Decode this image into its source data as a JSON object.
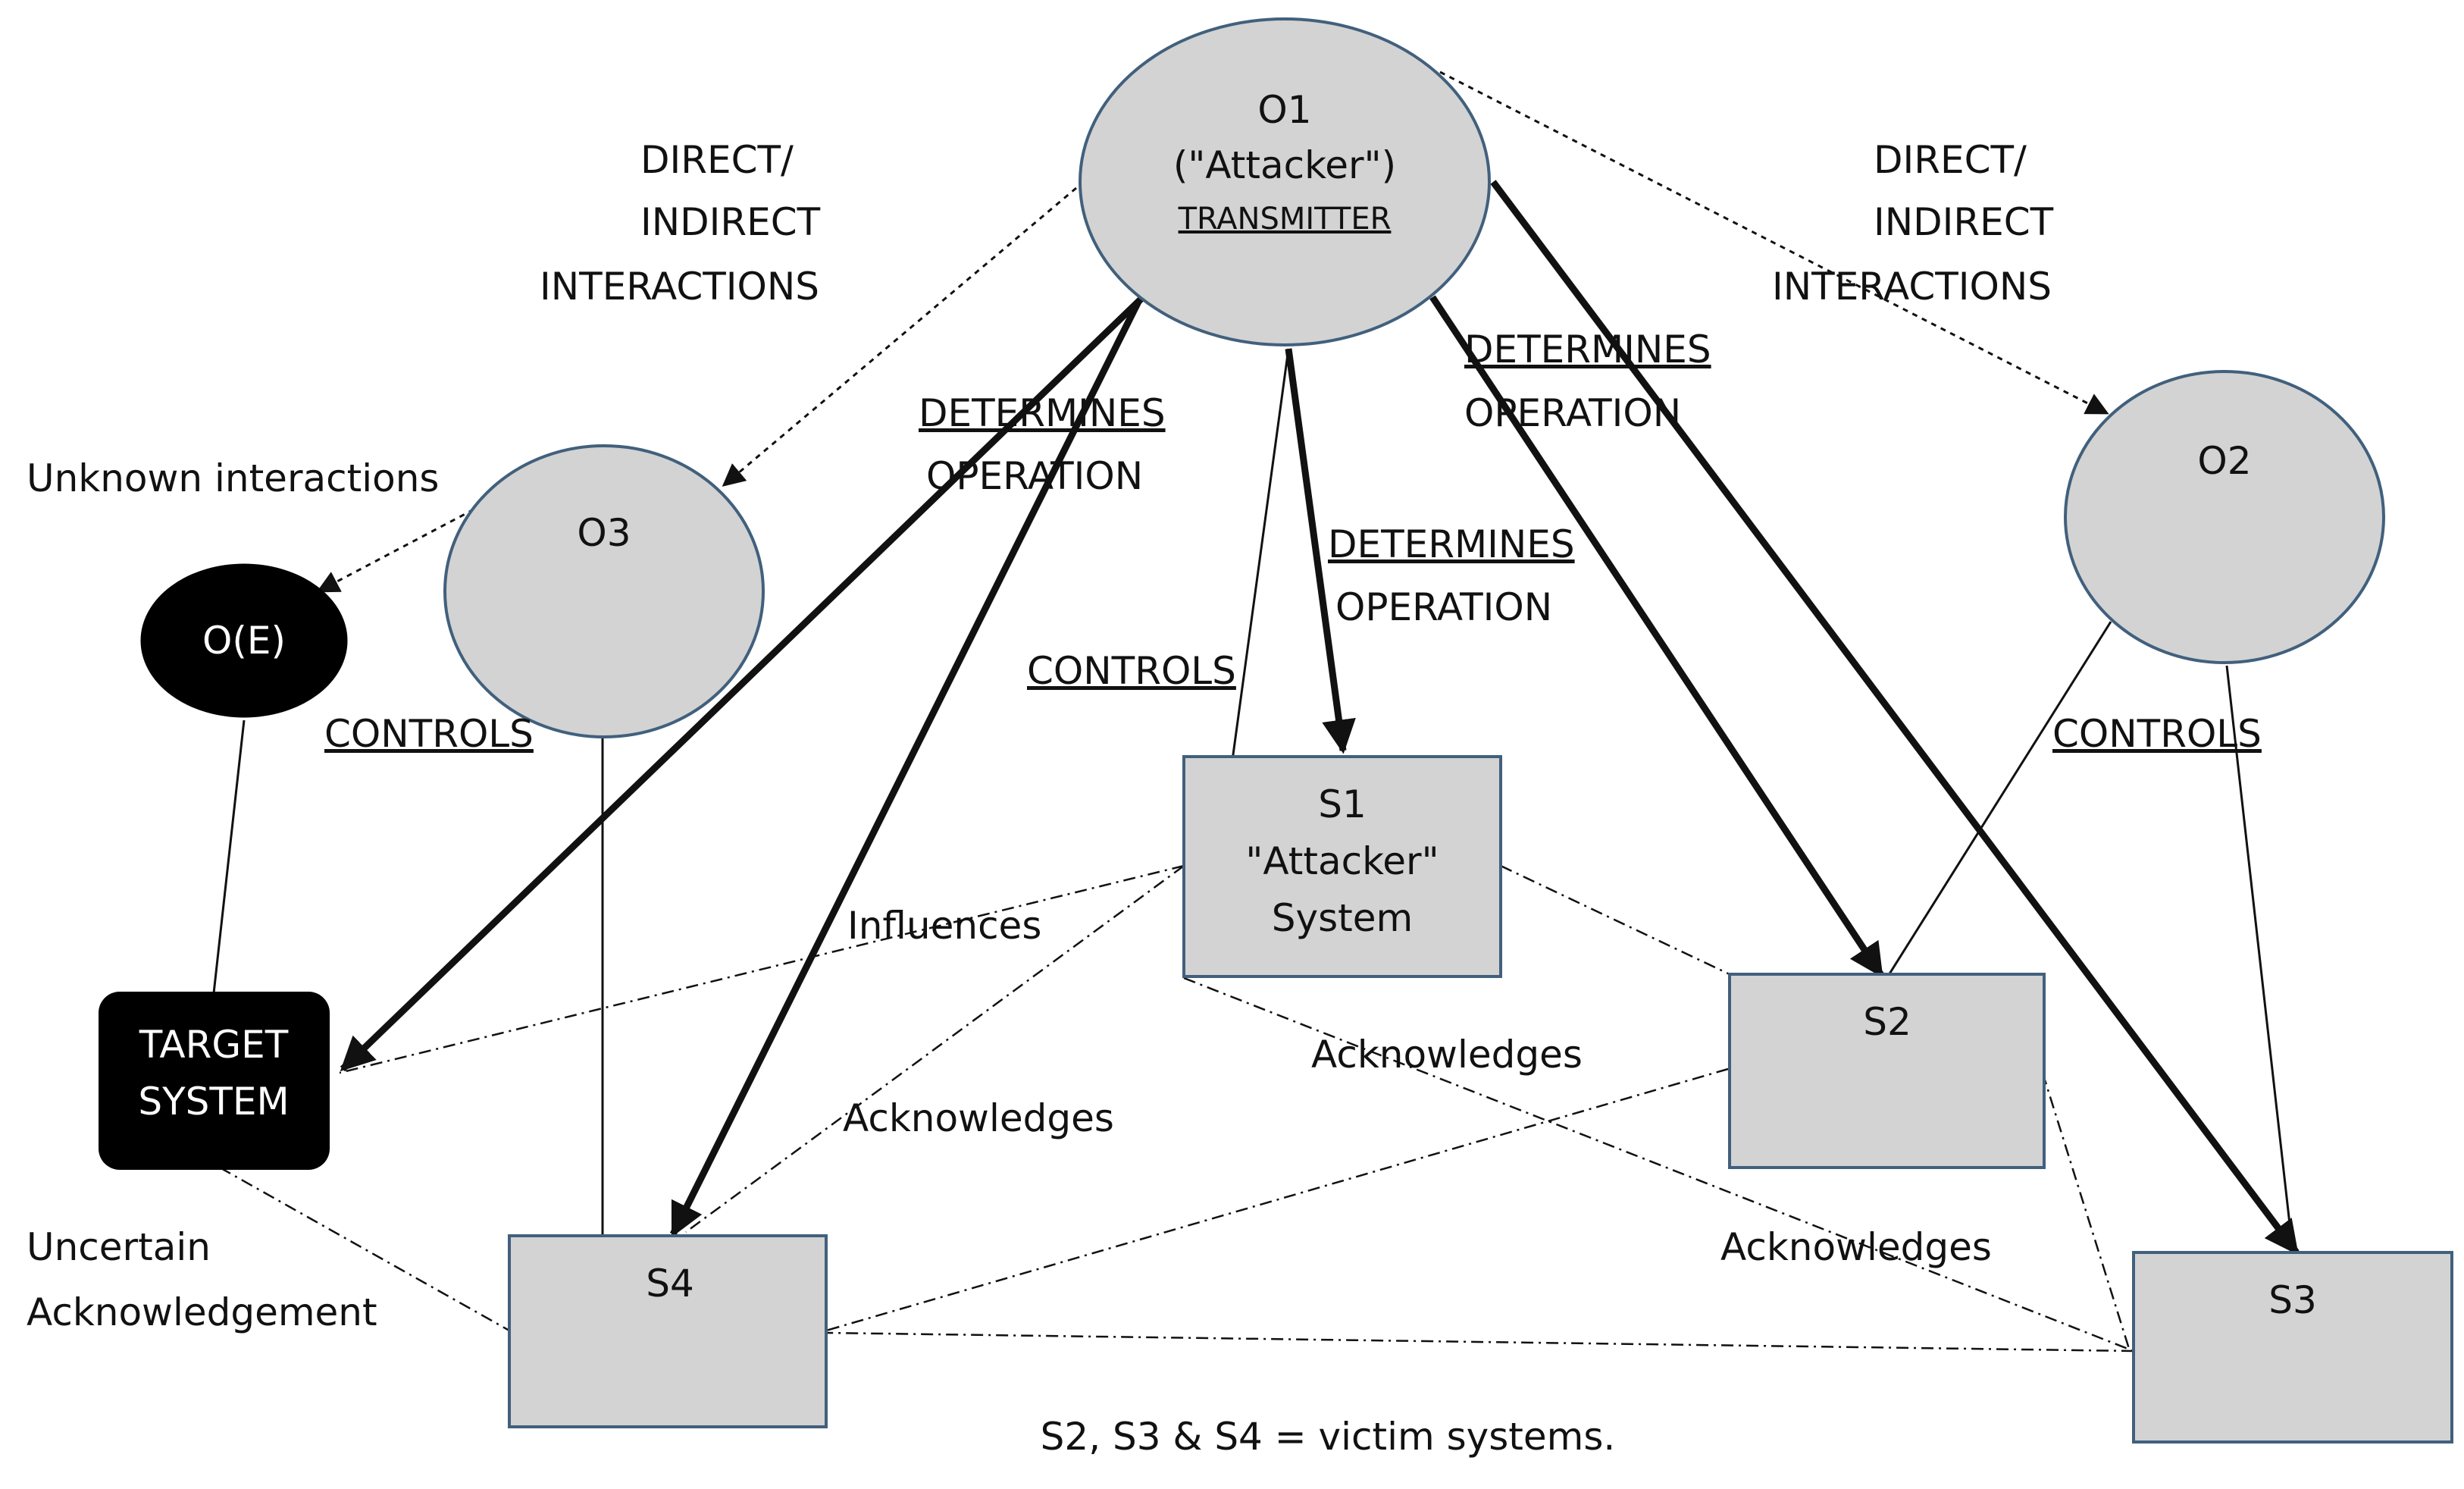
{
  "nodes": {
    "o1": {
      "line1": "O1",
      "line2": "(\"Attacker\")",
      "line3": "TRANSMITTER"
    },
    "o2": {
      "label": "O2"
    },
    "o3": {
      "label": "O3"
    },
    "oe": {
      "label": "O(E)"
    },
    "target": {
      "line1": "TARGET",
      "line2": "SYSTEM"
    },
    "s1": {
      "line1": "S1",
      "line2": "\"Attacker\"",
      "line3": "System"
    },
    "s2": {
      "label": "S2"
    },
    "s3": {
      "label": "S3"
    },
    "s4": {
      "label": "S4"
    }
  },
  "edge_labels": {
    "interactions_left": [
      "DIRECT/",
      "INDIRECT",
      "INTERACTIONS"
    ],
    "interactions_right": [
      "DIRECT/",
      "INDIRECT",
      "INTERACTIONS"
    ],
    "determines_left": [
      "DETERMINES",
      "OPERATION"
    ],
    "determines_center": [
      "DETERMINES",
      "OPERATION"
    ],
    "determines_right": [
      "DETERMINES",
      "OPERATION"
    ],
    "controls_o3": "CONTROLS",
    "controls_o1": "CONTROLS",
    "controls_o2": "CONTROLS",
    "unknown_interactions": "Unknown interactions",
    "influences": "Influences",
    "acknowledges_s4": "Acknowledges",
    "acknowledges_s1": "Acknowledges",
    "acknowledges_s3": "Acknowledges",
    "uncertain": [
      "Uncertain",
      "Acknowledgement"
    ]
  },
  "caption": "S2, S3 & S4 = victim systems.",
  "colors": {
    "node_fill": "#d3d3d3",
    "node_stroke": "#41607d",
    "dark_fill": "#000000",
    "line": "#111111"
  }
}
